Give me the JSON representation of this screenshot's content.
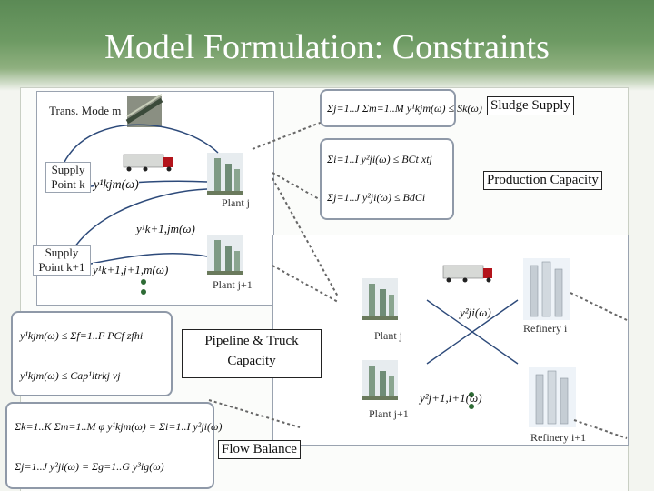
{
  "title": "Model Formulation: Constraints",
  "labels": {
    "trans_mode": "Trans. Mode m",
    "supply_point_k": "Supply Point k",
    "supply_point_k1": "Supply Point k+1",
    "plant_j_top": "Plant j",
    "plant_j1_top": "Plant j+1",
    "plant_j_right": "Plant j",
    "plant_j1_right": "Plant j+1",
    "refinery_i": "Refinery i",
    "refinery_i1": "Refinery i+1"
  },
  "callouts": {
    "sludge_supply": "Sludge Supply",
    "production_capacity": "Production Capacity",
    "pipeline_truck": "Pipeline & Truck Capacity",
    "flow_balance": "Flow Balance"
  },
  "flow_vars": {
    "y_kjm": "y¹kjm(ω)",
    "y_k1jm": "y¹k+1,jm(ω)",
    "y_k1j1m": "y¹k+1,j+1,m(ω)",
    "y_ji": "y²ji(ω)",
    "y_j1i1": "y²j+1,i+1(ω)"
  },
  "equations": {
    "sludge": "Σj=1..J Σm=1..M y¹kjm(ω) ≤ Sk(ω)",
    "prod1": "Σi=1..I y²ji(ω) ≤ BCt xtj",
    "prod2": "Σj=1..J y²ji(ω) ≤ BdCi",
    "pipe1": "y¹kjm(ω) ≤ Σf=1..F PCf zfhi",
    "pipe2": "y¹kjm(ω) ≤ Cap¹ltrkj vj",
    "flow1": "Σk=1..K Σm=1..M φ y¹kjm(ω) = Σi=1..I y²ji(ω)",
    "flow2": "Σj=1..J y²ji(ω) = Σg=1..G y³ig(ω)"
  }
}
